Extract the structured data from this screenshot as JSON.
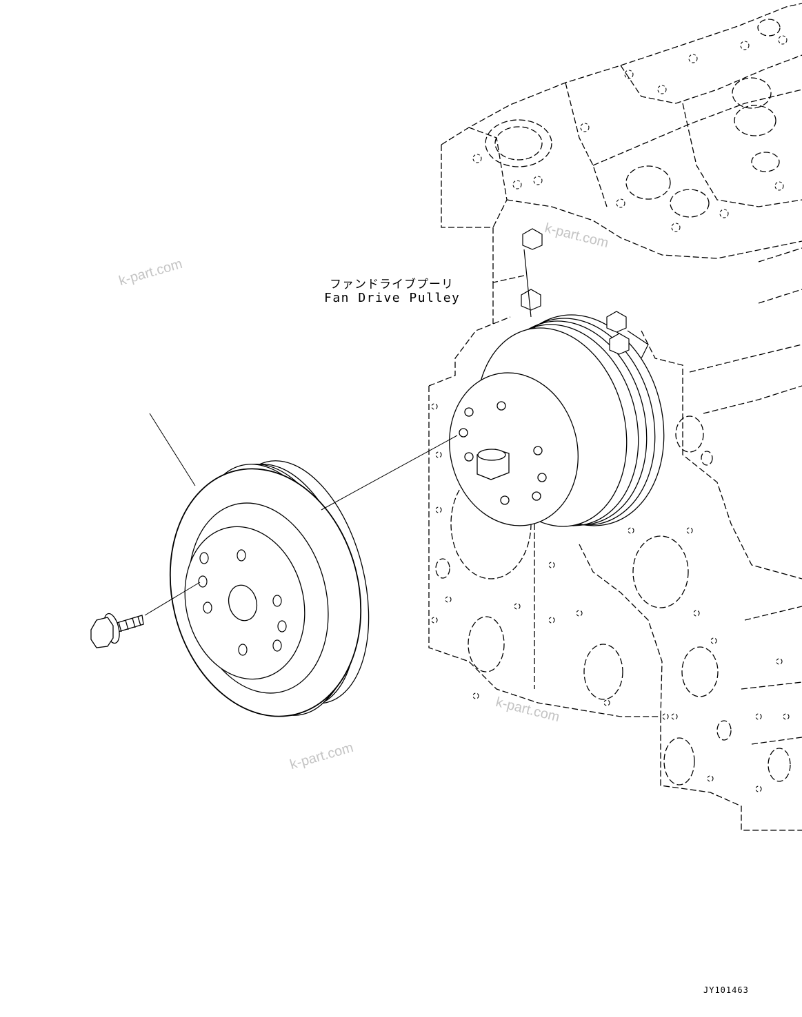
{
  "callout": {
    "label_jp": "ファンドライブプーリ",
    "label_en": "Fan Drive Pulley"
  },
  "drawing_code": "JY101463",
  "watermarks": [
    "k-part.com",
    "k-part.com",
    "k-part.com",
    "k-part.com"
  ],
  "colors": {
    "line": "#000000",
    "watermark": "#c4c4c4",
    "background": "#ffffff"
  }
}
